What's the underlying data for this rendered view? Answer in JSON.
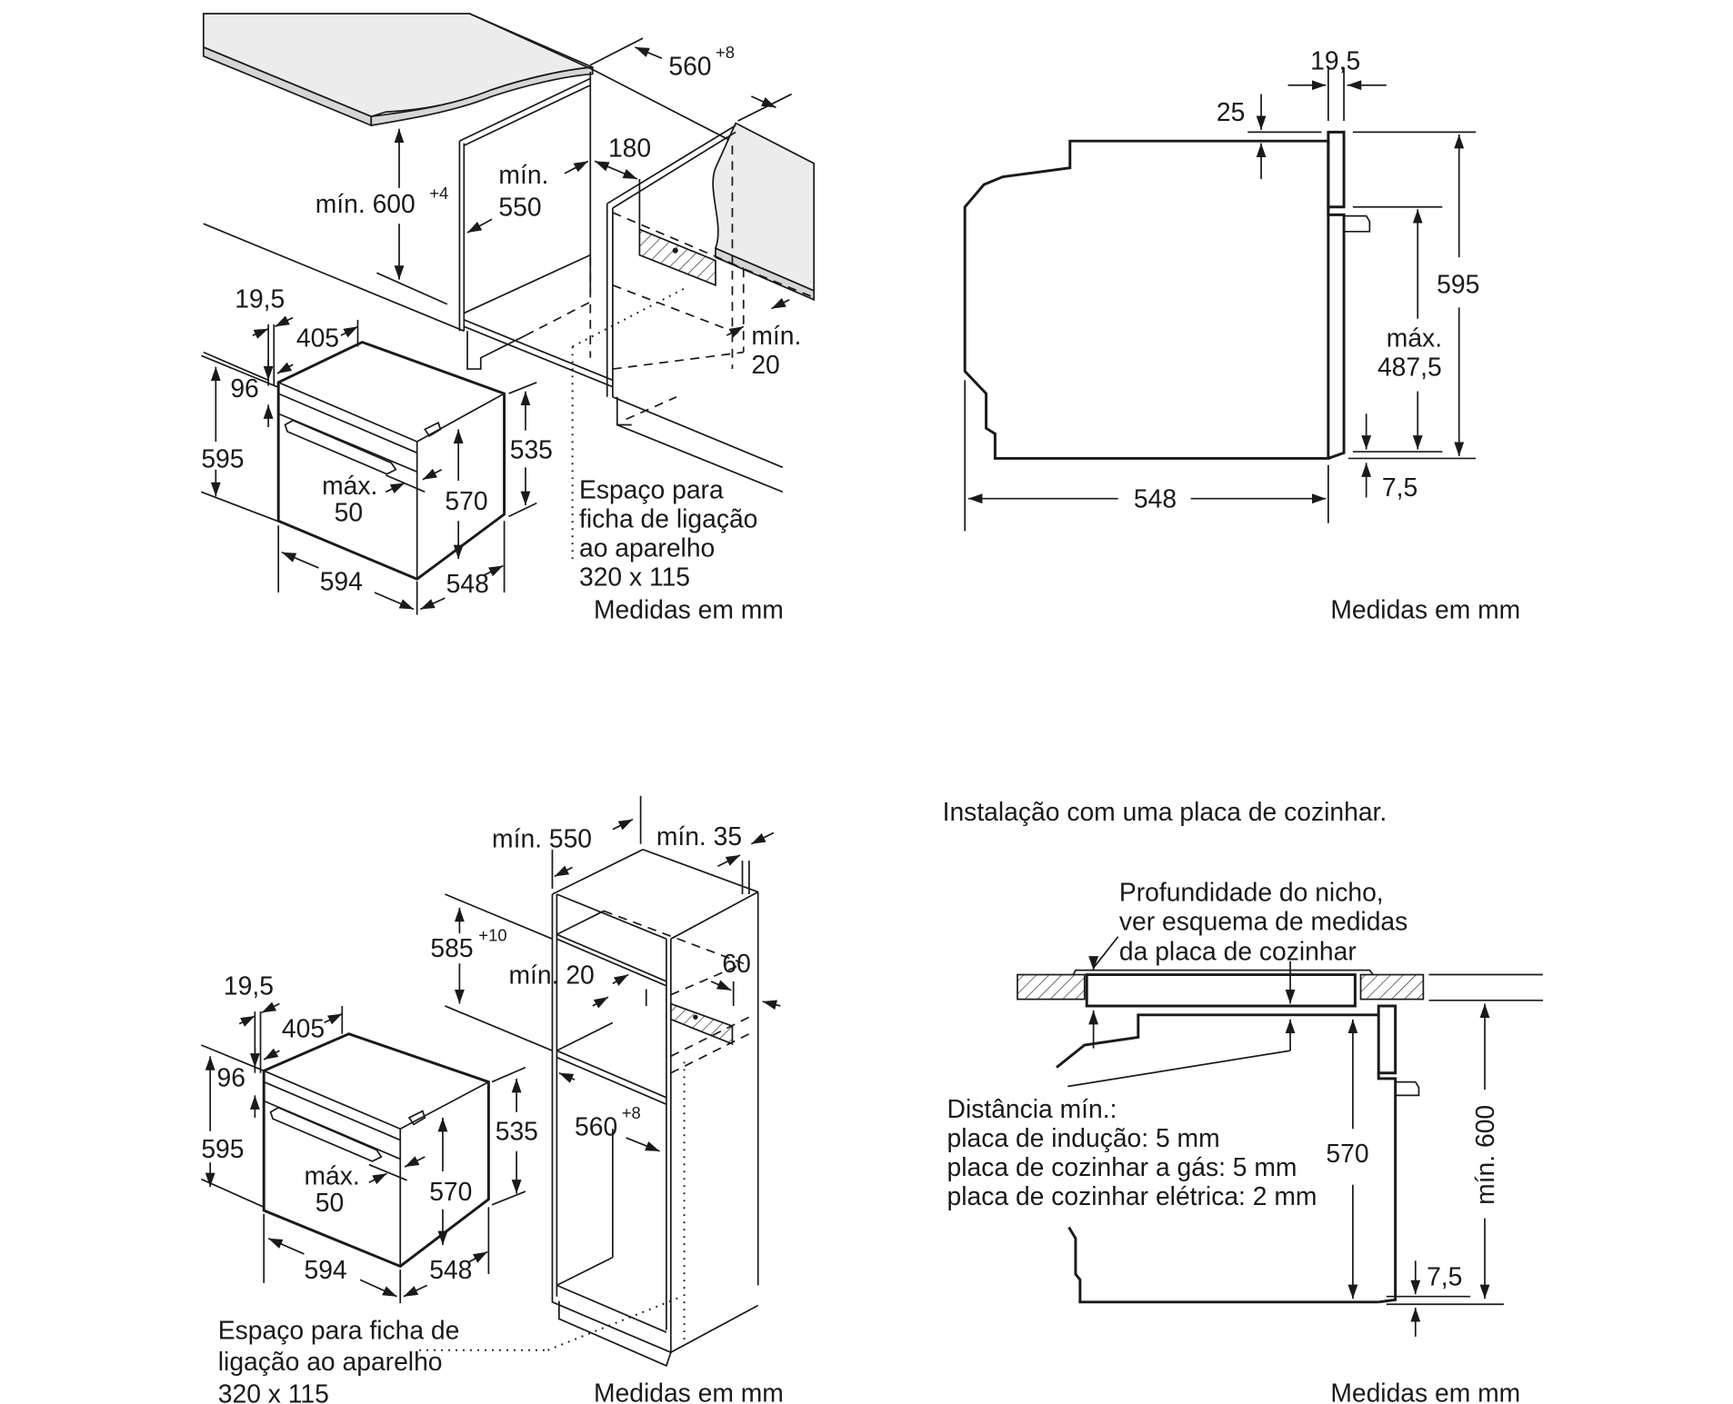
{
  "diagram_top_left": {
    "dim_cabinet_height": "mín. 600",
    "dim_cabinet_height_sup": "+4",
    "dim_depth_min_label": "mín.",
    "dim_depth_min_value": "550",
    "dim_niche_width": "560",
    "dim_niche_width_sup": "+8",
    "dim_plug_offset": "180",
    "dim_gap_min_label": "mín.",
    "dim_gap_min_value": "20",
    "dim_front_thickness": "19,5",
    "dim_body_depth_top": "405",
    "dim_panel_height": "96",
    "dim_total_height": "595",
    "dim_body_height": "535",
    "dim_inner_height": "570",
    "dim_handle_max_label": "máx.",
    "dim_handle_max_value": "50",
    "dim_width": "594",
    "dim_depth": "548",
    "plug_space_lines": [
      "Espaço para",
      "ficha de ligação",
      "ao aparelho",
      "320 x 115"
    ],
    "units_note": "Medidas em mm"
  },
  "diagram_top_right": {
    "dim_front_thickness": "19,5",
    "dim_top_offset": "25",
    "dim_total_height": "595",
    "dim_door_max_label": "máx.",
    "dim_door_max_value": "487,5",
    "dim_bottom_offset": "7,5",
    "dim_depth": "548",
    "units_note": "Medidas em mm"
  },
  "diagram_bottom_left": {
    "dim_tall_depth": "mín. 550",
    "dim_side_gap": "mín. 35",
    "dim_niche_height": "585",
    "dim_niche_height_sup": "+10",
    "dim_gap_min": "mín. 20",
    "dim_vent": "60",
    "dim_niche_width": "560",
    "dim_niche_width_sup": "+8",
    "dim_front_thickness": "19,5",
    "dim_body_depth_top": "405",
    "dim_panel_height": "96",
    "dim_total_height": "595",
    "dim_body_height": "535",
    "dim_inner_height": "570",
    "dim_handle_max_label": "máx.",
    "dim_handle_max_value": "50",
    "dim_width": "594",
    "dim_depth": "548",
    "plug_space_lines": [
      "Espaço para ficha de",
      "ligação ao aparelho",
      "320 x 115"
    ],
    "units_note": "Medidas em mm"
  },
  "diagram_bottom_right": {
    "title": "Instalação com uma placa de cozinhar.",
    "niche_note_lines": [
      "Profundidade do nicho,",
      "ver esquema de medidas",
      "da placa de cozinhar"
    ],
    "distance_lines": [
      "Distância mín.:",
      "placa de indução: 5 mm",
      "placa de cozinhar a gás: 5 mm",
      "placa de cozinhar elétrica: 2 mm"
    ],
    "dim_inner_height": "570",
    "dim_min_height": "mín. 600",
    "dim_bottom_offset": "7,5",
    "units_note": "Medidas em mm"
  }
}
